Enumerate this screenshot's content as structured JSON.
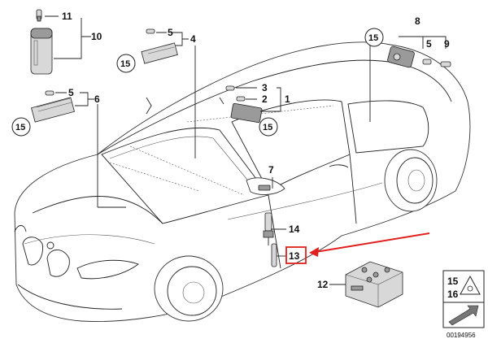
{
  "labels": {
    "n1": "1",
    "n2": "2",
    "n3": "3",
    "n4": "4",
    "n5a": "5",
    "n5b": "5",
    "n5c": "5",
    "n6": "6",
    "n7": "7",
    "n8": "8",
    "n9": "9",
    "n10": "10",
    "n11": "11",
    "n12": "12",
    "n13": "13",
    "n14": "14",
    "c15_a": "15",
    "c15_b": "15",
    "c15_c": "15",
    "c15_d": "15",
    "legend_15": "15",
    "legend_16": "16"
  },
  "reference_number": "00194956",
  "colors": {
    "highlight": "#e0211d",
    "ink": "#222222"
  }
}
